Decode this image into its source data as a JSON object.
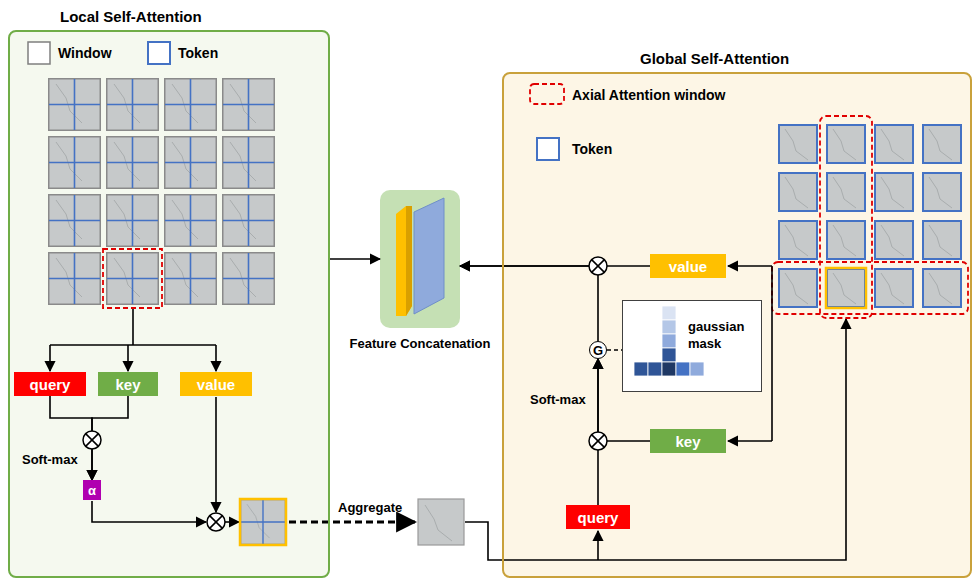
{
  "diagram": {
    "nodes": [
      {
        "text": [
          "Local Self-Attention"
        ]
      },
      {
        "text": [
          "query"
        ],
        "in": 0
      },
      {
        "text": [
          "key"
        ],
        "in": 0
      },
      {
        "text": [
          "value"
        ],
        "in": 0
      },
      {
        "text": [
          "α"
        ],
        "in": 0
      },
      {
        "text": [
          "Feature Concatenation"
        ]
      },
      {
        "text": [
          "Global Self-Attention"
        ]
      },
      {
        "text": [
          "value"
        ],
        "in": 6
      },
      {
        "text": [
          "G"
        ],
        "in": 6
      },
      {
        "text": [
          "gaussian mask"
        ],
        "in": 6
      },
      {
        "text": [
          "key"
        ],
        "in": 6
      },
      {
        "text": [
          "query"
        ],
        "in": 6
      }
    ],
    "edges": [
      {
        "from": 0,
        "to": 5,
        "arrow": "to"
      },
      {
        "from": 1,
        "to": 4,
        "arrow": "to"
      },
      {
        "from": 2,
        "to": 4,
        "arrow": "to"
      },
      {
        "from": 7,
        "to": 5,
        "arrow": "to"
      },
      {
        "from": 8,
        "to": 5,
        "arrow": "to"
      },
      {
        "from": 11,
        "to": 8,
        "arrow": "to"
      },
      {
        "from": 10,
        "to": 8,
        "arrow": "to"
      },
      {
        "from": 8,
        "to": 9,
        "arrow": "none"
      }
    ],
    "labels": [
      "Soft-max",
      "Aggregate",
      "Soft-max"
    ],
    "legend": [
      {
        "text": "Window"
      },
      {
        "text": "Token"
      },
      {
        "text": "Axial Attention window"
      },
      {
        "text": "Token"
      }
    ]
  }
}
